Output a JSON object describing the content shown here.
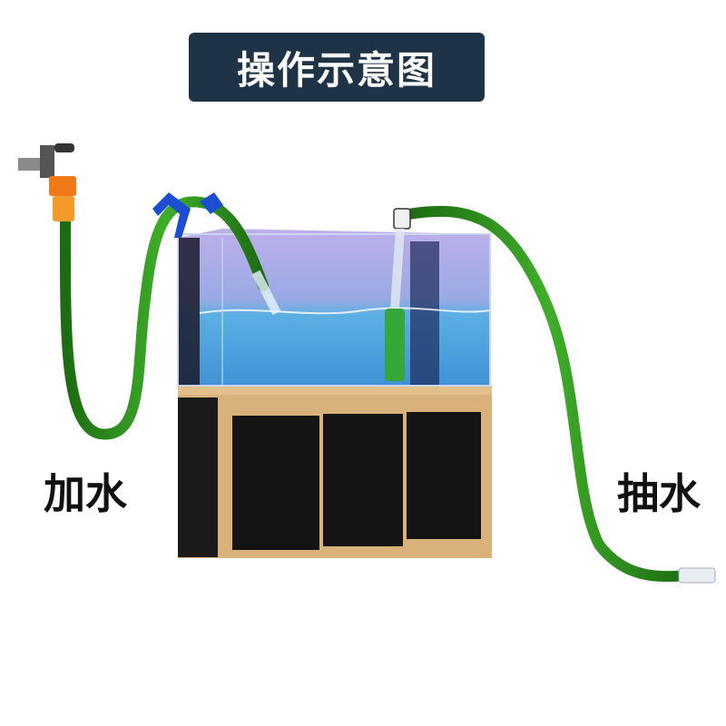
{
  "title": "操作示意图",
  "labels": {
    "add_water": "加水",
    "drain_water": "抽水"
  },
  "colors": {
    "title_bg": "#1f3346",
    "hose_green": "#2e8a1e",
    "cabinet_wood": "#d8b27a",
    "cabinet_black": "#141414",
    "water_blue": "#4aa6e0",
    "tank_top_purple": "#9a8ad6",
    "faucet_orange": "#f07a1a",
    "clamp_blue": "#1c4fd0"
  },
  "icons": [
    "faucet-icon",
    "hose-connector-icon",
    "hose-clamp-icon",
    "siphon-tube-icon",
    "hose-outlet-icon"
  ]
}
